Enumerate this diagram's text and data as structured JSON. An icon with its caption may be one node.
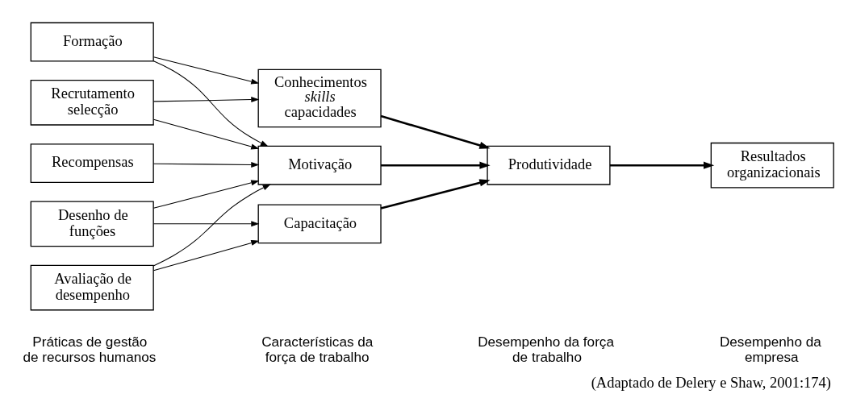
{
  "diagram": {
    "caption": "(Adaptado de Delery e Shaw, 2001:174)",
    "nodes": [
      {
        "text": [
          "Recrutamento selecção"
        ]
      },
      {
        "text": [
          "Formação"
        ]
      },
      {
        "text": [
          "Avaliação de desempenho"
        ]
      },
      {
        "text": [
          "Recompensas"
        ]
      },
      {
        "text": [
          "Desenho de funções"
        ]
      },
      {
        "text": [
          "Conhecimentos *skills* capacidades"
        ]
      },
      {
        "text": [
          "Motivação"
        ]
      },
      {
        "text": [
          "Capacitação"
        ]
      },
      {
        "text": [
          "Produtividade"
        ]
      },
      {
        "text": [
          "Resultados organizacionais"
        ]
      }
    ],
    "edges": [
      {
        "from": 0,
        "to": 5,
        "arrow": "to"
      },
      {
        "from": 0,
        "to": 6,
        "arrow": "to"
      },
      {
        "from": 1,
        "to": 5,
        "arrow": "to"
      },
      {
        "from": 1,
        "to": 6,
        "arrow": "to"
      },
      {
        "from": 2,
        "to": 6,
        "arrow": "to"
      },
      {
        "from": 2,
        "to": 7,
        "arrow": "to"
      },
      {
        "from": 3,
        "to": 6,
        "arrow": "to"
      },
      {
        "from": 4,
        "to": 6,
        "arrow": "to"
      },
      {
        "from": 4,
        "to": 7,
        "arrow": "to"
      },
      {
        "from": 5,
        "to": 8,
        "arrow": "to",
        "style": "thick"
      },
      {
        "from": 6,
        "to": 8,
        "arrow": "to",
        "style": "thick"
      },
      {
        "from": 7,
        "to": 8,
        "arrow": "to",
        "style": "thick"
      },
      {
        "from": 8,
        "to": 9,
        "arrow": "to",
        "style": "thick"
      }
    ],
    "labels": [
      "Práticas de gestão de recursos humanos",
      "Características da força de trabalho",
      "Desempenho da força de trabalho",
      "Desempenho da empresa"
    ]
  }
}
